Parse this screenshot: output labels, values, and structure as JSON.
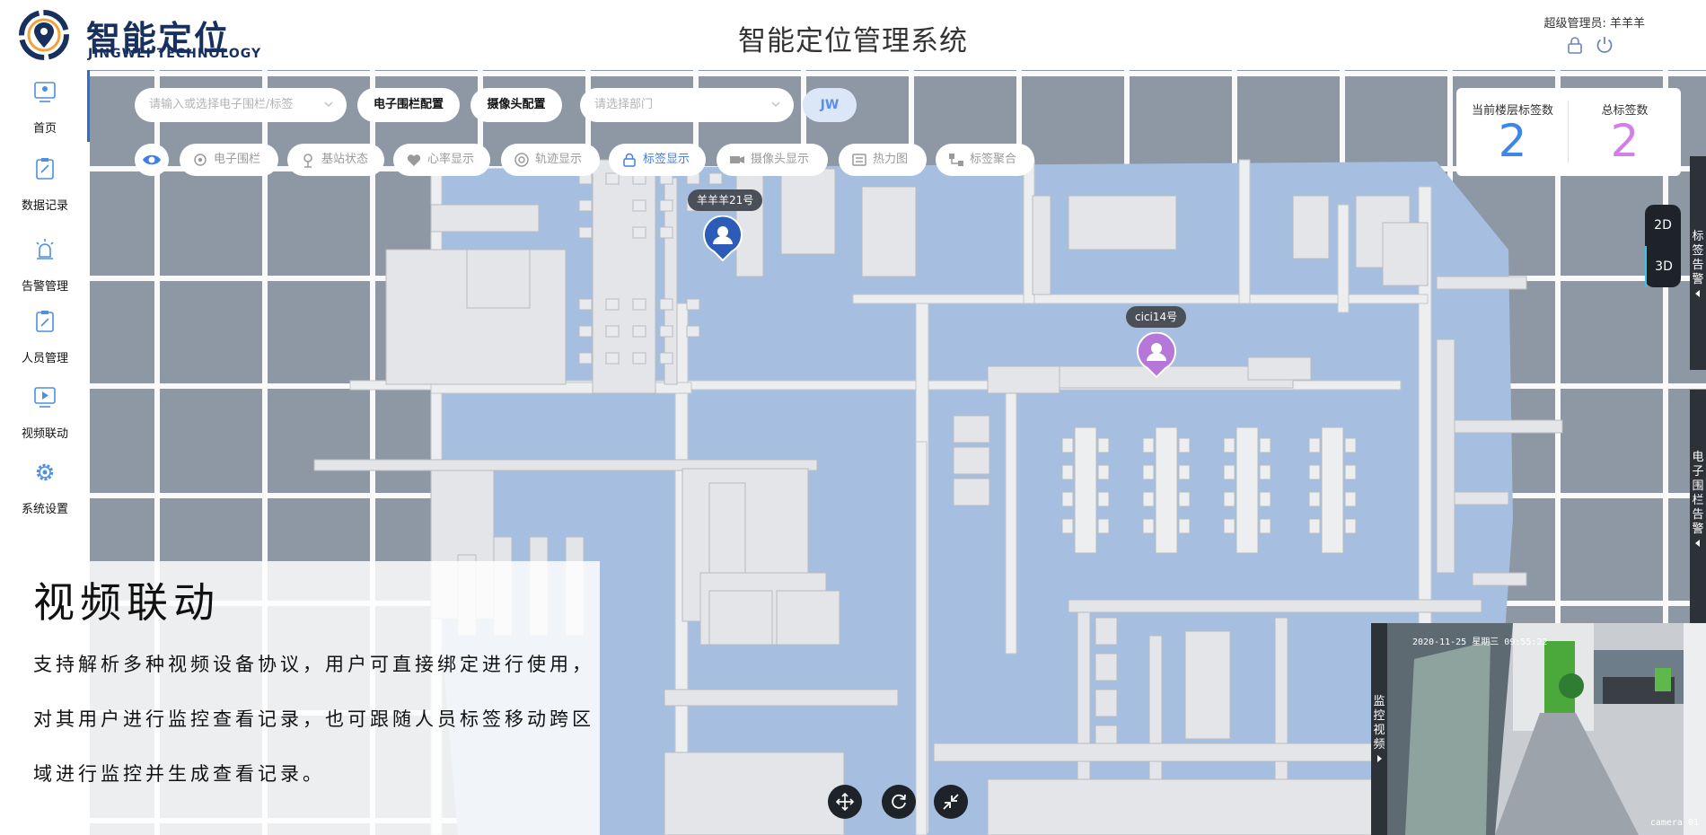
{
  "header": {
    "logo_cn": "智能定位",
    "logo_en": "JINGWEI TECHNOLOGY",
    "title": "智能定位管理系统",
    "admin": "超级管理员:  羊羊羊"
  },
  "sidebar": {
    "items": [
      {
        "label": "首页",
        "icon": "map-pin-icon"
      },
      {
        "label": "数据记录",
        "icon": "clipboard-icon"
      },
      {
        "label": "告警管理",
        "icon": "alarm-icon"
      },
      {
        "label": "人员管理",
        "icon": "clipboard-pen-icon"
      },
      {
        "label": "视频联动",
        "icon": "play-icon"
      },
      {
        "label": "系统设置",
        "icon": "gear-icon"
      }
    ]
  },
  "toolbar": {
    "fence_select_placeholder": "请输入或选择电子围栏/标签",
    "fence_config": "电子围栏配置",
    "camera_config": "摄像头配置",
    "dept_select_placeholder": "请选择部门",
    "jw": "JW",
    "toggles": [
      {
        "label": "电子围栏",
        "icon": "target-icon",
        "on": false
      },
      {
        "label": "基站状态",
        "icon": "station-icon",
        "on": false
      },
      {
        "label": "心率显示",
        "icon": "heart-icon",
        "on": false
      },
      {
        "label": "轨迹显示",
        "icon": "track-icon",
        "on": false
      },
      {
        "label": "标签显示",
        "icon": "tag-icon",
        "on": true
      },
      {
        "label": "摄像头显示",
        "icon": "camera-icon",
        "on": false
      },
      {
        "label": "热力图",
        "icon": "heatmap-icon",
        "on": false
      },
      {
        "label": "标签聚合",
        "icon": "cluster-icon",
        "on": false
      }
    ]
  },
  "stats": {
    "floor_label": "当前楼层标签数",
    "floor_value": "2",
    "total_label": "总标签数",
    "total_value": "2",
    "floor_color": "#3f86e8",
    "total_color": "#d37fe8"
  },
  "view": {
    "d2": "2D",
    "d3": "3D",
    "active": "3D"
  },
  "right_tabs": {
    "tag_alarm": "标签告警",
    "fence_alarm": "电子围栏告警"
  },
  "tags": [
    {
      "name": "羊羊羊21号",
      "color": "#2d5cb8"
    },
    {
      "name": "cici14号",
      "color": "#b577d8"
    }
  ],
  "info": {
    "title": "视频联动",
    "text": "支持解析多种视频设备协议，用户可直接绑定进行使用，对其用户进行监控查看记录，也可跟随人员标签移动跨区域进行监控并生成查看记录。"
  },
  "camera": {
    "tab": "监控视频",
    "timestamp": "2020-11-25 星期三 09:55:22",
    "name": "camera 01"
  },
  "colors": {
    "accent": "#3f7ee8",
    "floor": "#a6bedf",
    "dark": "#1e2329"
  }
}
